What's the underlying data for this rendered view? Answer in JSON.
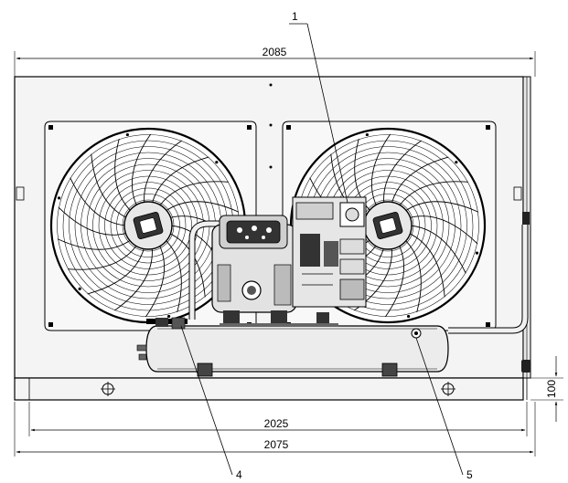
{
  "drawing": {
    "dimensions": {
      "overall_width": "2085",
      "inner_width": "2025",
      "base_width": "2075",
      "base_height": "100"
    },
    "callouts": {
      "c1": "1",
      "c4": "4",
      "c5": "5"
    },
    "colors": {
      "line": "#000000",
      "panel": "#f4f4f4",
      "shadow": "#d8d8d8"
    }
  }
}
